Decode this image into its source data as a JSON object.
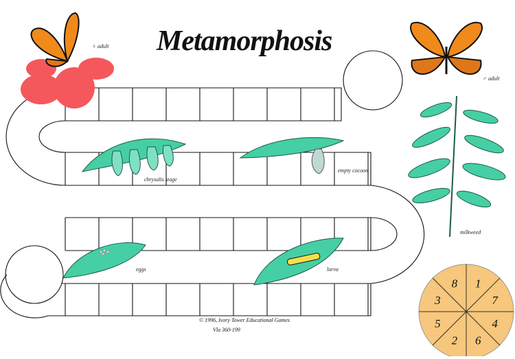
{
  "title": "Metamorphosis",
  "labels": {
    "adult_female": "♀ adult",
    "adult_male": "♂ adult",
    "chrysalis": "chrysalis stage",
    "empty_cocoon": "empty cocoon",
    "eggs": "eggs",
    "larva": "larva",
    "milkweed": "milkweed"
  },
  "footer": {
    "copyright": "© 1996, Ivory Tower Educational Games",
    "code": "Vla 360-199"
  },
  "spinner": {
    "numbers": [
      "1",
      "7",
      "4",
      "6",
      "2",
      "5",
      "3",
      "8"
    ],
    "fill": "#f6c77c"
  },
  "colors": {
    "leaf": "#46cfa4",
    "flower": "#f4585c",
    "butterfly": "#f08a1a"
  }
}
